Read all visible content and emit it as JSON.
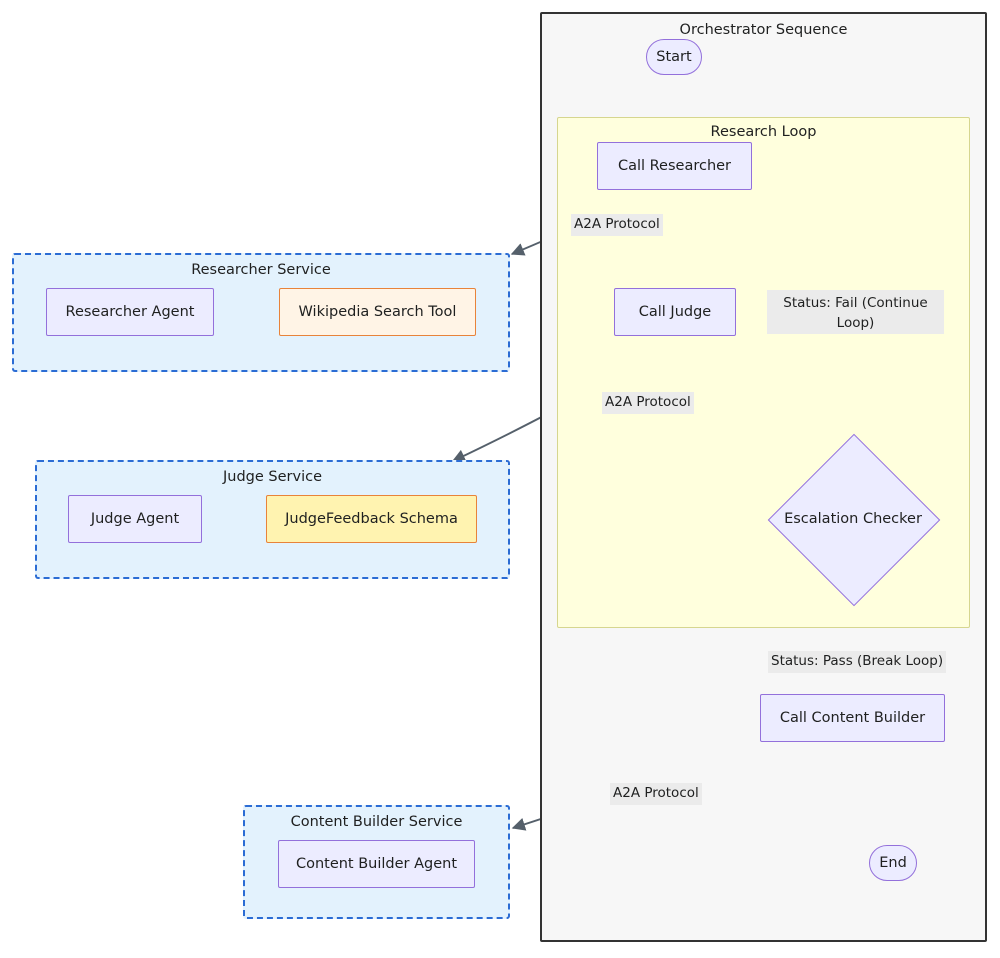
{
  "diagram": {
    "title": "Orchestrator Sequence",
    "type": "flowchart",
    "subgraphs": {
      "orchestrator": {
        "title": "Orchestrator Sequence"
      },
      "research_loop": {
        "title": "Research Loop"
      },
      "researcher_service": {
        "title": "Researcher Service"
      },
      "judge_service": {
        "title": "Judge Service"
      },
      "content_builder_service": {
        "title": "Content Builder Service"
      }
    },
    "nodes": {
      "start": {
        "label": "Start",
        "shape": "stadium"
      },
      "call_researcher": {
        "label": "Call Researcher",
        "shape": "rect"
      },
      "call_judge": {
        "label": "Call Judge",
        "shape": "rect"
      },
      "escalation_checker": {
        "label": "Escalation Checker",
        "shape": "diamond"
      },
      "call_content_builder": {
        "label": "Call Content Builder",
        "shape": "rect"
      },
      "end": {
        "label": "End",
        "shape": "stadium"
      },
      "researcher_agent": {
        "label": "Researcher Agent",
        "shape": "rect"
      },
      "wikipedia_search_tool": {
        "label": "Wikipedia Search Tool",
        "shape": "rect"
      },
      "judge_agent": {
        "label": "Judge Agent",
        "shape": "rect"
      },
      "judge_feedback_schema": {
        "label": "JudgeFeedback Schema",
        "shape": "rect"
      },
      "content_builder_agent": {
        "label": "Content Builder Agent",
        "shape": "rect"
      }
    },
    "edge_labels": {
      "a2a_researcher": "A2A Protocol",
      "a2a_judge": "A2A Protocol",
      "a2a_content_builder": "A2A Protocol",
      "status_fail": "Status: Fail (Continue Loop)",
      "status_fail_line1": "Status: Fail (Continue",
      "status_fail_line2": "Loop)",
      "status_pass": "Status: Pass (Break Loop)"
    },
    "colors": {
      "node_fill": "#ececff",
      "node_stroke": "#9370db",
      "loop_fill": "#ffffdd",
      "loop_stroke": "#d6d68f",
      "service_fill": "#e3f2fd",
      "service_stroke": "#2b6cd4",
      "tool_fill": "#fff4e6",
      "tool_stroke": "#e8833a",
      "schema_fill": "#fff3b0",
      "orchestrator_fill": "#f7f7f7",
      "orchestrator_stroke": "#333333",
      "edge_stroke": "#55606b",
      "label_bg": "#ebebeb",
      "text": "#1f2020"
    }
  }
}
